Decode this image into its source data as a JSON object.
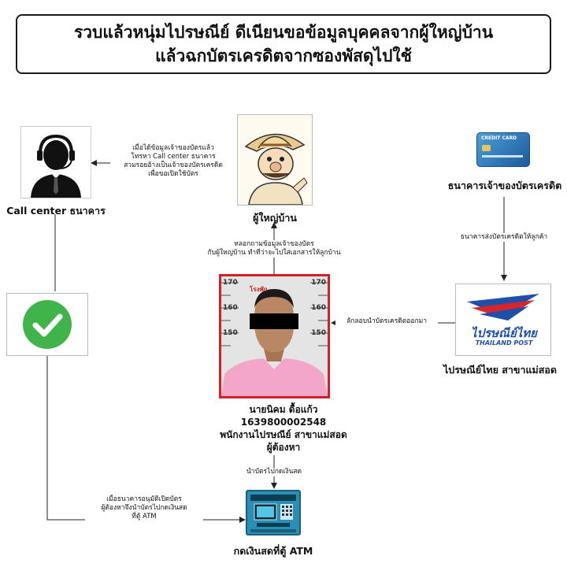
{
  "title": {
    "line1": "รวบแล้วหนุ่มไปรษณีย์ ดีเนียนขอข้อมูลบุคคลจากผู้ใหญ่บ้าน",
    "line2": "แล้วฉกบัตรเครดิตจากซองพัสดุไปใช้"
  },
  "nodes": {
    "call_center": "Call center ธนาคาร",
    "village_head": "ผู้ใหญ่บ้าน",
    "bank_owner": "ธนาคารเจ้าของบัตรเครดิต",
    "post_office": "ไปรษณีย์ไทย สาขาแม่สอด",
    "atm": "กดเงินสดที่ตู้ ATM"
  },
  "card": {
    "text": "CREDIT CARD"
  },
  "post_logo": {
    "thai": "ไปรษณีย์ไทย",
    "english": "THAILAND POST"
  },
  "mugshot": {
    "ruler_marks": [
      "170",
      "160",
      "150"
    ],
    "board_text": "โรงพัก"
  },
  "suspect": {
    "name": "นายนิคม ดื้อแก้ว",
    "id_number": "1639800002548",
    "position": "พนักงานไปรษณีย์ สาขาแม่สอด",
    "status": "ผู้ต้องหา"
  },
  "notes": {
    "to_call_center": [
      "เมื่อได้ข้อมูลเจ้าของบัตรแล้ว",
      "โทรหา Call center ธนาคาร",
      "สวมรอยอ้างเป็นเจ้าของบัตรเครดิต",
      "เพื่อขอเปิดใช้บัตร"
    ],
    "to_village_head": [
      "หลอกถามข้อมูลเจ้าของบัตร",
      "กับผู้ใหญ่บ้าน ทำทีว่าจะไปใส่เอกสารให้ลูกบ้าน"
    ],
    "bank_to_post": [
      "ธนาคารส่งบัตรเครดิตให้ลูกค้า"
    ],
    "post_to_suspect": [
      "ลักลอบนำบัตรเครดิตออกมา"
    ],
    "suspect_to_atm": [
      "นำบัตรไปกดเงินสด"
    ],
    "approval_to_atm": [
      "เมื่อธนาคารอนุมัติเปิดบัตร",
      "ผู้ต้องหาจึงนำบัตรไปกดเงินสด",
      "ที่ตู้ ATM"
    ]
  },
  "colors": {
    "frame_red": "#d0202a",
    "check_green": "#3fb44a",
    "post_blue": "#1f4fa8",
    "post_red": "#d6262c",
    "shirt_pink": "#f4a6c8",
    "atm_teal": "#2a8fb5"
  }
}
